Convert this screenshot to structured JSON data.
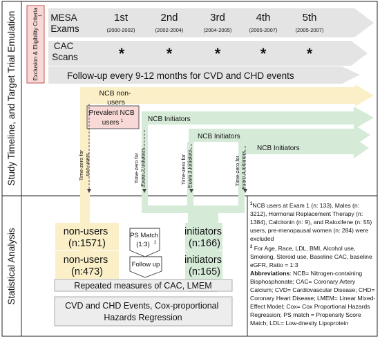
{
  "side_labels": {
    "top": "Study Timeline, and Target Trial Emulation",
    "bottom": "Statistical Analysis"
  },
  "eligibility": {
    "text": "Exclusion & Eligibility Criteria",
    "sup": "1"
  },
  "rows": {
    "mesa_line1": "MESA",
    "mesa_line2": "Exams",
    "cac_line1": "CAC",
    "cac_line2": "Scans"
  },
  "exams": [
    {
      "label": "1st",
      "years": "(2000-2002)"
    },
    {
      "label": "2nd",
      "years": "(2002-2004)"
    },
    {
      "label": "3rd",
      "years": "(2004-2005)"
    },
    {
      "label": "4th",
      "years": "(2005-2007)"
    },
    {
      "label": "5th",
      "years": "(2005-2007)"
    }
  ],
  "scan_marker": "*",
  "followup_banner": "Follow-up every 9-12 months for CVD and CHD events",
  "ncb_nonusers": {
    "line1": "NCB non-",
    "line2": "users"
  },
  "prevalent": {
    "line1": "Prevalent NCB",
    "line2": "users",
    "sup": "1"
  },
  "initiator_labels": [
    "NCB Initiators",
    "NCB Initiators",
    "NCB Initiators"
  ],
  "time_zero": [
    {
      "line1": "Time-zero for",
      "line2": "non-users"
    },
    {
      "line1": "Time-zero for",
      "line2": "Exam 2 Initiators"
    },
    {
      "line1": "Time-zero for",
      "line2": "Exam 3 Initiators"
    },
    {
      "line1": "Time-zero for",
      "line2": "Exam 4 Initiators"
    }
  ],
  "analysis": {
    "nonusers_a": {
      "line1": "non-users",
      "line2": "(n:1571)"
    },
    "initiators_a": {
      "line1": "initiators",
      "line2": "(n:166)"
    },
    "ps_match": {
      "line1": "PS Match",
      "line2": "(1:3)",
      "sup": "2"
    },
    "nonusers_b": {
      "line1": "non-users",
      "line2": "(n:473)"
    },
    "initiators_b": {
      "line1": "initiators",
      "line2": "(n:165)"
    },
    "follow_up": "Follow up",
    "repeated": "Repeated measures of CAC, LMEM",
    "cox_line1": "CVD and CHD Events, Cox-proportional",
    "cox_line2": "Hazards Regression"
  },
  "notes": {
    "n1_sup": "1",
    "n1": "NCB users at Exam 1 (n: 133), Males (n: 3212), Hormonal Replacement Therapy (n: 1384), Calcitonin (n: 9), and Raloxifene (n: 55) users, pre-menopausal women (n: 284) were excluded",
    "n2_sup": "2",
    "n2": " For Age, Race, LDL, BMI, Alcohol use, Smoking, Steroid use, Baseline CAC, baseline eGFR, Ratio = 1:3",
    "abbr_label": "Abbreviations",
    "abbr": ": NCB= Nitrogen-containing Bisphosphonate; CAC= Coronary Artery Calcium; CVD= Cardiovascular Disease; CHD= Coronary Heart Disease; LMEM= Linear Mixed-Effect Model; Cox= Cox Proportional Hazards Regression; PS match = Propensity Score Match; LDL= Low-dnesity Lipoprotein"
  },
  "colors": {
    "arrow_gray": "#e4e4e4",
    "arrow_gray_dark": "#d2d2d2",
    "yellow": "#fbefc8",
    "green": "#d6ead8",
    "pink": "#f8d9d7",
    "pink_border": "#c0504d",
    "gray_box": "#ededed"
  }
}
